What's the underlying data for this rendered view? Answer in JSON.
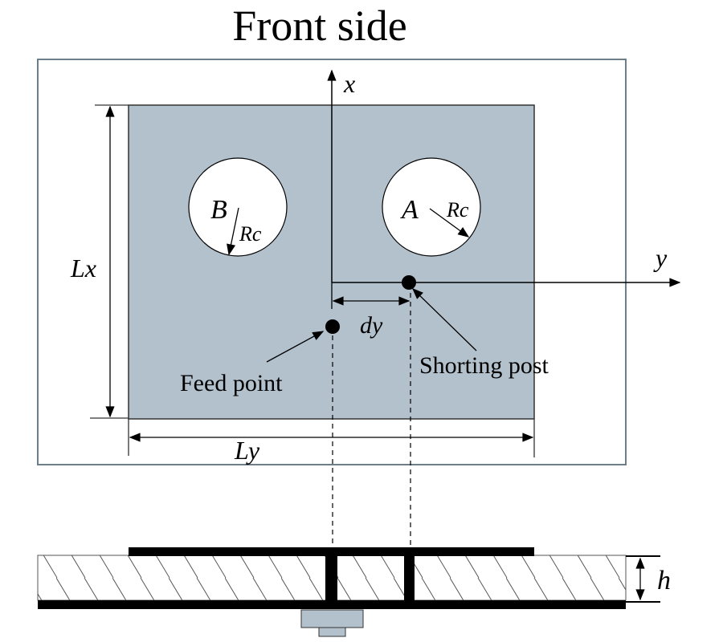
{
  "title": "Front side",
  "colors": {
    "patch": "#b3c1cd",
    "line": "#000000",
    "board_border": "#6e7e88",
    "connector": "#b3c1cd"
  },
  "labels": {
    "axis_x": "x",
    "axis_y": "y",
    "slot_a": "A",
    "slot_b": "B",
    "radius_a": "Rc",
    "radius_b": "Rc",
    "length_x": "Lx",
    "length_y": "Ly",
    "offset": "dy",
    "feed_point": "Feed point",
    "shorting_post": "Shorting post",
    "height": "h"
  }
}
